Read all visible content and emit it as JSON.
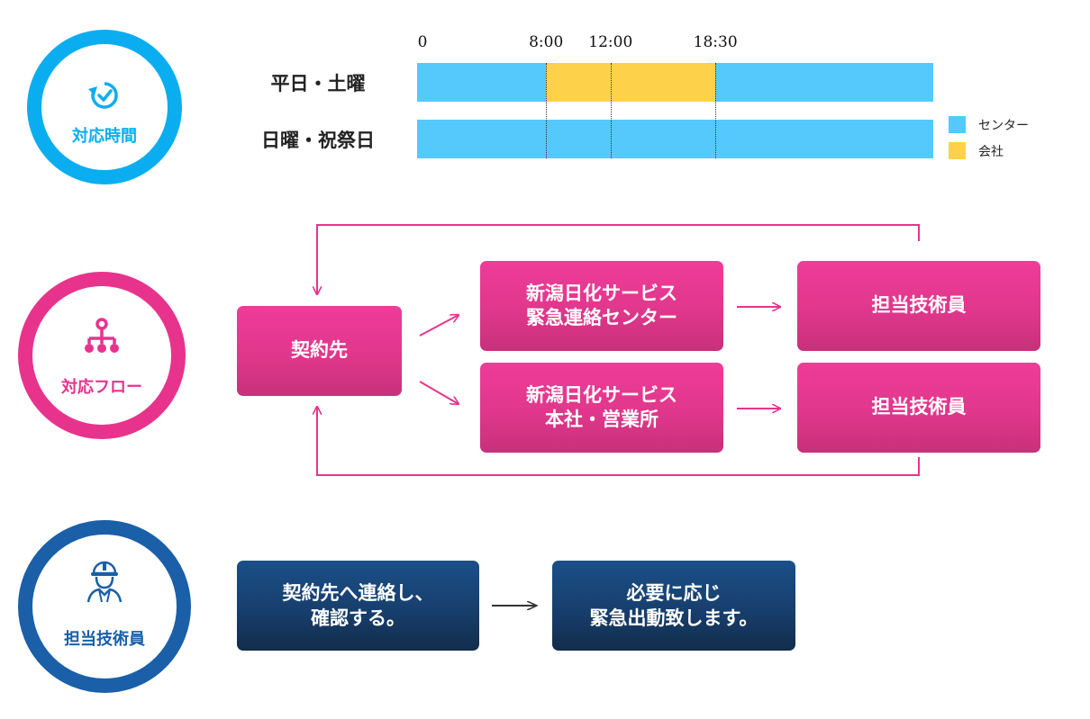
{
  "colors": {
    "center_blue": "#55c9fb",
    "company_yellow": "#fdd24a",
    "ring_time": "#0aaef0",
    "ring_flow": "#e8338d",
    "ring_tech": "#1a5fa8",
    "flow_pink": "#e0378c",
    "tech_navy": "#173f6d"
  },
  "sections": {
    "hours": {
      "label": "対応時間",
      "icon": "clock-check-icon"
    },
    "flow": {
      "label": "対応フロー",
      "icon": "hierarchy-icon"
    },
    "technician": {
      "label": "担当技術員",
      "icon": "worker-helmet-icon"
    }
  },
  "chart_data": {
    "type": "timeline",
    "ticks": [
      "0",
      "8:00",
      "12:00",
      "18:30"
    ],
    "rows": [
      {
        "label": "平日・土曜",
        "segments": [
          {
            "series": "center",
            "start": 0,
            "end": 8
          },
          {
            "series": "company",
            "start": 8,
            "end": 18.5
          },
          {
            "series": "center",
            "start": 18.5,
            "end": 24
          }
        ]
      },
      {
        "label": "日曜・祝祭日",
        "segments": [
          {
            "series": "center",
            "start": 0,
            "end": 24
          }
        ]
      }
    ],
    "series": [
      {
        "key": "center",
        "name": "センター",
        "color": "#55c9fb"
      },
      {
        "key": "company",
        "name": "会社",
        "color": "#fdd24a"
      }
    ]
  },
  "flow": {
    "client": "契約先",
    "emergency_center": "新潟日化サービス\n緊急連絡センター",
    "head_office": "新潟日化サービス\n本社・営業所",
    "technician_1": "担当技術員",
    "technician_2": "担当技術員"
  },
  "technician_flow": {
    "step1": "契約先へ連絡し、\n確認する。",
    "step2": "必要に応じ\n緊急出動致します。"
  }
}
